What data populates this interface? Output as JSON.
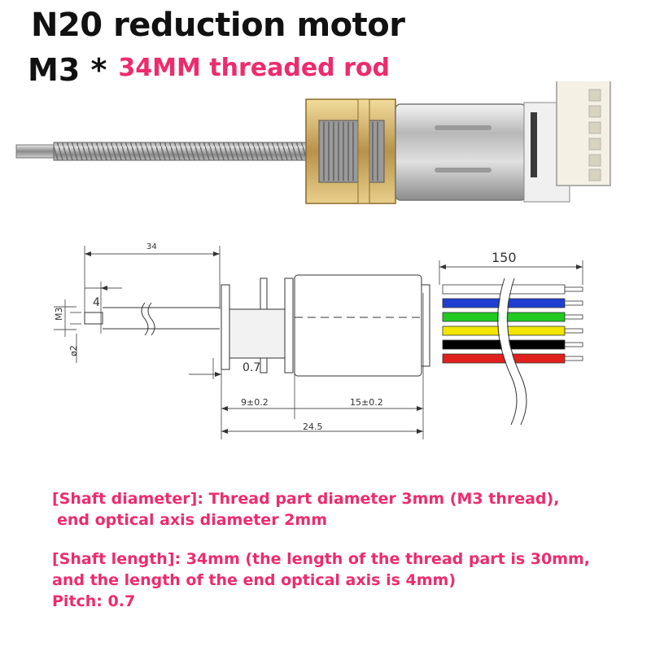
{
  "header": {
    "title": "N20 reduction motor",
    "subtitle_main": "M3 *",
    "subtitle_accent": "34MM threaded rod"
  },
  "diagram": {
    "shaft_length": "34",
    "optical_length": "4",
    "thread_dia": "M3",
    "end_dia": "ø2",
    "pitch": "0.7",
    "gear_len": "9±0.2",
    "motor_len": "15±0.2",
    "total_len": "24.5",
    "wire_len": "150",
    "wire_colors": [
      "#ffffff",
      "#1f3fd0",
      "#22c922",
      "#f2e600",
      "#000000",
      "#e0201c"
    ]
  },
  "notes": {
    "diameter_line1": "[Shaft diameter]: Thread part diameter 3mm (M3 thread),",
    "diameter_line2": "end optical axis diameter 2mm",
    "length_line1": "[Shaft length]: 34mm (the length of the thread part is 30mm,",
    "length_line2": "and the length of the end optical axis is 4mm)",
    "pitch_line": "Pitch: 0.7"
  },
  "colors": {
    "accent": "#ee2b6c",
    "text": "#111111"
  }
}
